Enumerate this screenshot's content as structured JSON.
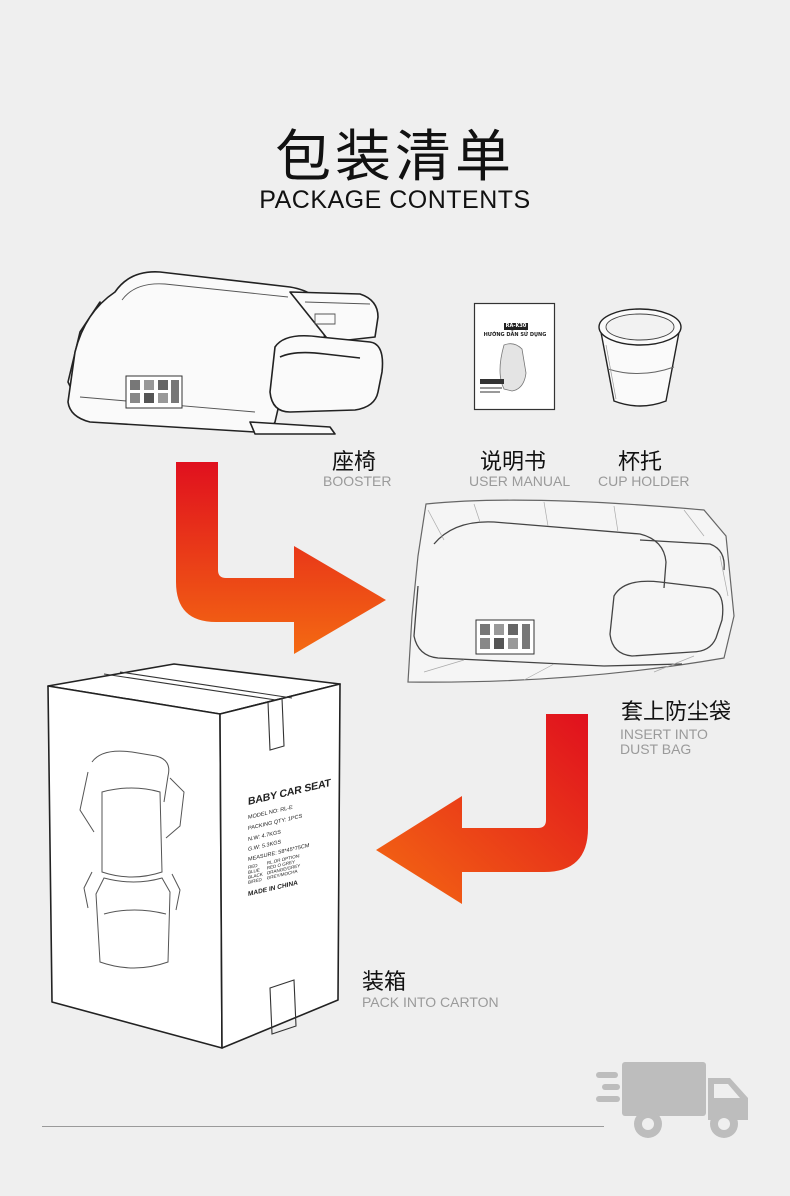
{
  "header": {
    "title_cn": "包装清单",
    "title_en": "PACKAGE CONTENTS"
  },
  "items": {
    "booster": {
      "cn": "座椅",
      "en": "BOOSTER"
    },
    "manual": {
      "cn": "说明书",
      "en": "USER MANUAL",
      "cover_model": "RA-K30",
      "cover_title": "HƯỚNG DẪN SỬ DỤNG"
    },
    "cup_holder": {
      "cn": "杯托",
      "en": "CUP HOLDER"
    }
  },
  "steps": {
    "dust_bag": {
      "cn": "套上防尘袋",
      "en_line1": "INSERT INTO",
      "en_line2": "DUST BAG"
    },
    "carton": {
      "cn": "装箱",
      "en": "PACK INTO CARTON"
    }
  },
  "carton_label": {
    "title": "BABY CAR SEAT",
    "model": "MODEL NO:  RL-E",
    "packing": "PACKING QTY:  1PCS",
    "nw": "N.W:  4.7KGS",
    "gw": "G.W:  5.3KGS",
    "measure": "MEASURE:  58*45*75CM",
    "color_left": [
      "RED",
      "BLUE",
      "BLACK",
      "B/RED"
    ],
    "color_right_header": "RL.OR OPTION:",
    "color_right": [
      "RED O GREY",
      "ORANGE/GREY",
      "GREY/MOCHA"
    ],
    "origin": "MADE IN CHINA"
  },
  "colors": {
    "background": "#efefef",
    "arrow_top": "#e0101e",
    "arrow_bottom": "#f46a12",
    "caption_grey": "#9a9a9a",
    "truck": "#bdbdbd"
  }
}
